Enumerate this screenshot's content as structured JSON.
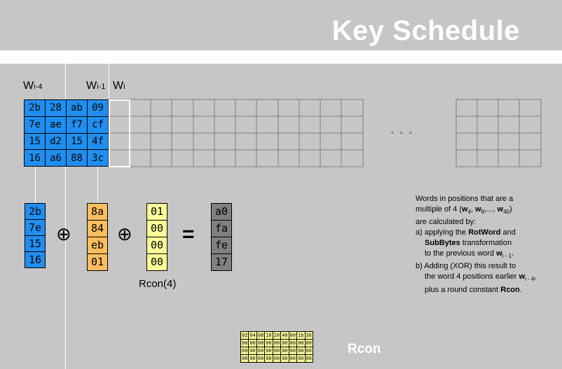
{
  "title": "Key Schedule",
  "labels": {
    "w_prefix": "W",
    "wi4_sub": "i-4",
    "wi1_sub": "i-1",
    "wi_sub": "i"
  },
  "blue_grid": [
    [
      "2b",
      "28",
      "ab",
      "09"
    ],
    [
      "7e",
      "ae",
      "f7",
      "cf"
    ],
    [
      "15",
      "d2",
      "15",
      "4f"
    ],
    [
      "16",
      "a6",
      "88",
      "3c"
    ]
  ],
  "ellipsis": "• • •",
  "col_wi4": [
    "2b",
    "7e",
    "15",
    "16"
  ],
  "col_sub": [
    "8a",
    "84",
    "eb",
    "01"
  ],
  "col_rcon": [
    "01",
    "00",
    "00",
    "00"
  ],
  "col_result": [
    "a0",
    "fa",
    "fe",
    "17"
  ],
  "operators": {
    "xor": "⊕",
    "equals": "="
  },
  "rcon4_label": "Rcon(4)",
  "description": {
    "line1": "Words in positions that are a",
    "line2_pre": "multiple of 4 (",
    "w4": "w",
    "w4_sub": "4",
    "w8": "w",
    "w8_sub": "8",
    "w40": "w",
    "w40_sub": "40",
    "line3": "are calculated by:",
    "a_pre": "a) applying the ",
    "rotword": "RotWord",
    "a_and": " and",
    "subbytes": "SubBytes",
    "a_transform": " transformation",
    "a_prev": "to the previous word ",
    "wi1": "w",
    "wi1_sub": "i - 1",
    "b_line": "b) Adding (XOR) this result to",
    "b_earlier": "the word 4 positions earlier ",
    "wi4": "w",
    "wi4_sub": "i - 4",
    "b_round": "plus a round constant ",
    "rcon": "Rcon",
    "period": "."
  },
  "rcon_table": [
    [
      "02",
      "04",
      "08",
      "10",
      "20",
      "40",
      "80",
      "1b",
      "36"
    ],
    [
      "00",
      "00",
      "00",
      "00",
      "00",
      "00",
      "00",
      "00",
      "00"
    ],
    [
      "00",
      "00",
      "00",
      "00",
      "00",
      "00",
      "00",
      "00",
      "00"
    ],
    [
      "00",
      "00",
      "00",
      "00",
      "00",
      "00",
      "00",
      "00",
      "00"
    ]
  ],
  "rcon_label": "Rcon",
  "colors": {
    "background": "#c6c6c6",
    "blue": "#1e8ff0",
    "orange": "#fbbd5e",
    "yellow": "#ffff99",
    "gray": "#808080"
  }
}
